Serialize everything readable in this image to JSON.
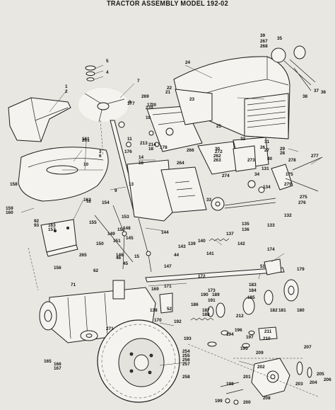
{
  "title": "TRACTOR ASSEMBLY MODEL 192-02",
  "labels": [
    "1",
    "2",
    "3",
    "4",
    "5",
    "6",
    "7",
    "8",
    "9",
    "10",
    "11",
    "12",
    "13",
    "14",
    "15",
    "16",
    "17",
    "18",
    "19",
    "20",
    "21",
    "22",
    "23",
    "24",
    "25",
    "26",
    "27",
    "28",
    "29",
    "30",
    "31",
    "32",
    "33",
    "34",
    "35",
    "36",
    "37",
    "38",
    "39",
    "40",
    "44",
    "45",
    "46",
    "51",
    "52",
    "62",
    "71",
    "92",
    "93",
    "131",
    "132",
    "133",
    "134",
    "135",
    "136",
    "137",
    "138",
    "139",
    "140",
    "141",
    "142",
    "143",
    "144",
    "145",
    "146",
    "147",
    "148",
    "149",
    "150",
    "151",
    "152",
    "153",
    "154",
    "155",
    "156",
    "157",
    "158",
    "159",
    "160",
    "161",
    "162",
    "163",
    "165",
    "166",
    "167",
    "169",
    "170",
    "171",
    "172",
    "173",
    "174",
    "175",
    "176",
    "177",
    "178",
    "179",
    "180",
    "181",
    "182",
    "183",
    "184",
    "185",
    "186",
    "187",
    "188",
    "189",
    "190",
    "191",
    "192",
    "193",
    "194",
    "195",
    "196",
    "197",
    "198",
    "199",
    "200",
    "201",
    "202",
    "203",
    "204",
    "205",
    "206",
    "207",
    "208",
    "209",
    "210",
    "211",
    "212",
    "213",
    "214",
    "254",
    "255",
    "256",
    "257",
    "258",
    "261",
    "262",
    "263",
    "264",
    "265",
    "266",
    "267",
    "268",
    "269",
    "270",
    "271",
    "272",
    "273",
    "274",
    "275",
    "276",
    "277",
    "278",
    "279"
  ]
}
